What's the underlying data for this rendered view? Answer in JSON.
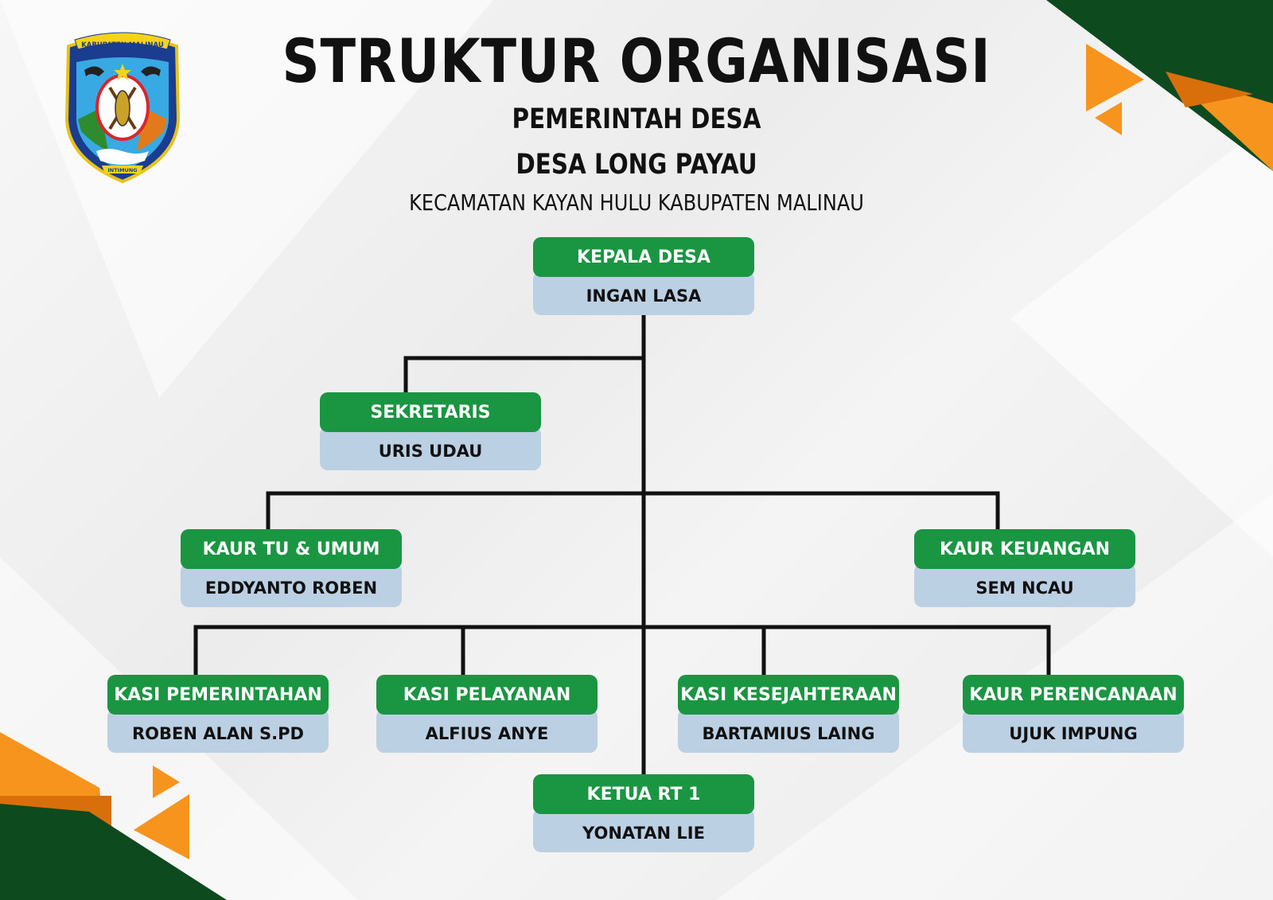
{
  "header": {
    "title": "STRUKTUR ORGANISASI",
    "subtitle1": "PEMERINTAH DESA",
    "subtitle2": "DESA LONG PAYAU",
    "subtitle3": "KECAMATAN KAYAN HULU KABUPATEN MALINAU"
  },
  "logo": {
    "text_top": "KABUPATEN MALINAU",
    "text_bottom": "INTIMUNG"
  },
  "colors": {
    "role_bg": "#1a9642",
    "name_bg": "#bcd0e3",
    "accent_orange": "#f7941d",
    "accent_green": "#0d4a1e",
    "connector": "#111111"
  },
  "nodes": {
    "kepala_desa": {
      "role": "KEPALA DESA",
      "name": "INGAN LASA"
    },
    "sekretaris": {
      "role": "SEKRETARIS",
      "name": "URIS UDAU"
    },
    "kaur_tu_umum": {
      "role": "KAUR TU & UMUM",
      "name": "EDDYANTO ROBEN"
    },
    "kaur_keuangan": {
      "role": "KAUR KEUANGAN",
      "name": "SEM NCAU"
    },
    "kasi_pemerintahan": {
      "role": "KASI PEMERINTAHAN",
      "name": "ROBEN ALAN S.PD"
    },
    "kasi_pelayanan": {
      "role": "KASI PELAYANAN",
      "name": "ALFIUS ANYE"
    },
    "kasi_kesejahteraan": {
      "role": "KASI KESEJAHTERAAN",
      "name": "BARTAMIUS LAING"
    },
    "kaur_perencanaan": {
      "role": "KAUR PERENCANAAN",
      "name": "UJUK IMPUNG"
    },
    "ketua_rt1": {
      "role": "KETUA RT 1",
      "name": "YONATAN LIE"
    }
  }
}
